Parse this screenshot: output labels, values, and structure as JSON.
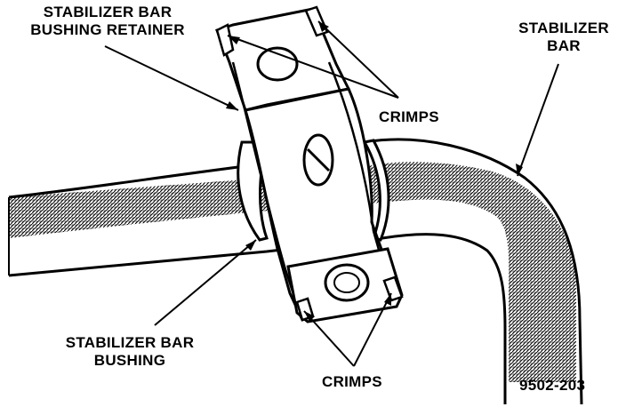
{
  "labels": {
    "retainer_line1": "STABILIZER BAR",
    "retainer_line2": "BUSHING RETAINER",
    "stabilizer_bar_line1": "STABILIZER",
    "stabilizer_bar_line2": "BAR",
    "crimps_upper": "CRIMPS",
    "crimps_lower": "CRIMPS",
    "bushing_line1": "STABILIZER BAR",
    "bushing_line2": "BUSHING",
    "figure_number": "9502-203"
  },
  "colors": {
    "ink": "#000000",
    "paper": "#ffffff"
  }
}
